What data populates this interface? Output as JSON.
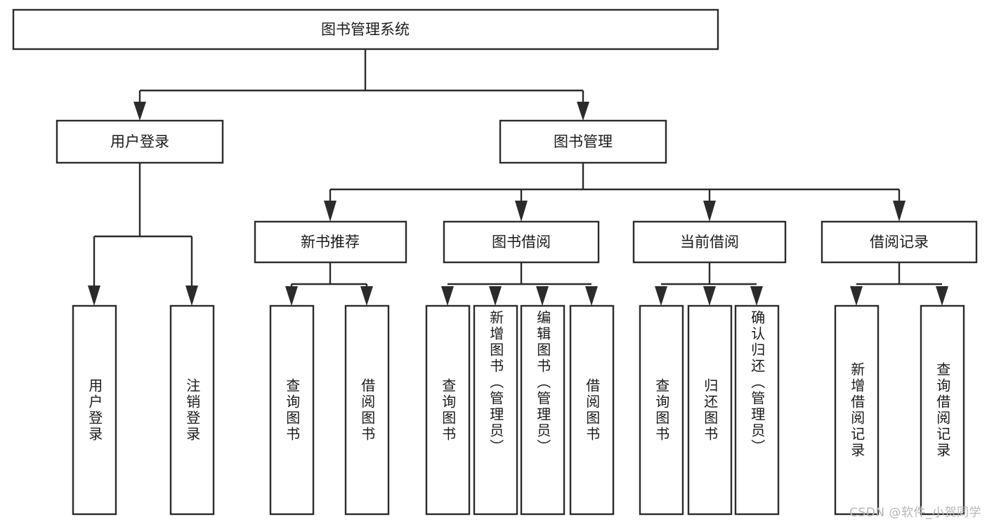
{
  "diagram": {
    "title": "图书管理系统",
    "type": "tree-hierarchy-diagram",
    "root": {
      "label": "图书管理系统"
    },
    "level2": [
      {
        "label": "用户登录"
      },
      {
        "label": "图书管理"
      }
    ],
    "level3": [
      {
        "label": "新书推荐"
      },
      {
        "label": "图书借阅"
      },
      {
        "label": "当前借阅"
      },
      {
        "label": "借阅记录"
      }
    ],
    "leaves": {
      "user_login": [
        {
          "label": "用户登录"
        },
        {
          "label": "注销登录"
        }
      ],
      "new_book_recommend": [
        {
          "label": "查询图书"
        },
        {
          "label": "借阅图书"
        }
      ],
      "book_borrow": [
        {
          "label": "查询图书"
        },
        {
          "label": "新增图书（管理员）"
        },
        {
          "label": "编辑图书（管理员）"
        },
        {
          "label": "借阅图书"
        }
      ],
      "current_borrow": [
        {
          "label": "查询图书"
        },
        {
          "label": "归还图书"
        },
        {
          "label": "确认归还（管理员）"
        }
      ],
      "borrow_record": [
        {
          "label": "新增借阅记录"
        },
        {
          "label": "查询借阅记录"
        }
      ]
    },
    "watermark": "CSDN @软件_小贺同学",
    "colors": {
      "stroke": "#2b2b2b",
      "fill": "#ffffff",
      "text": "#1a1a1a",
      "watermark": "#b6b6b6"
    }
  }
}
